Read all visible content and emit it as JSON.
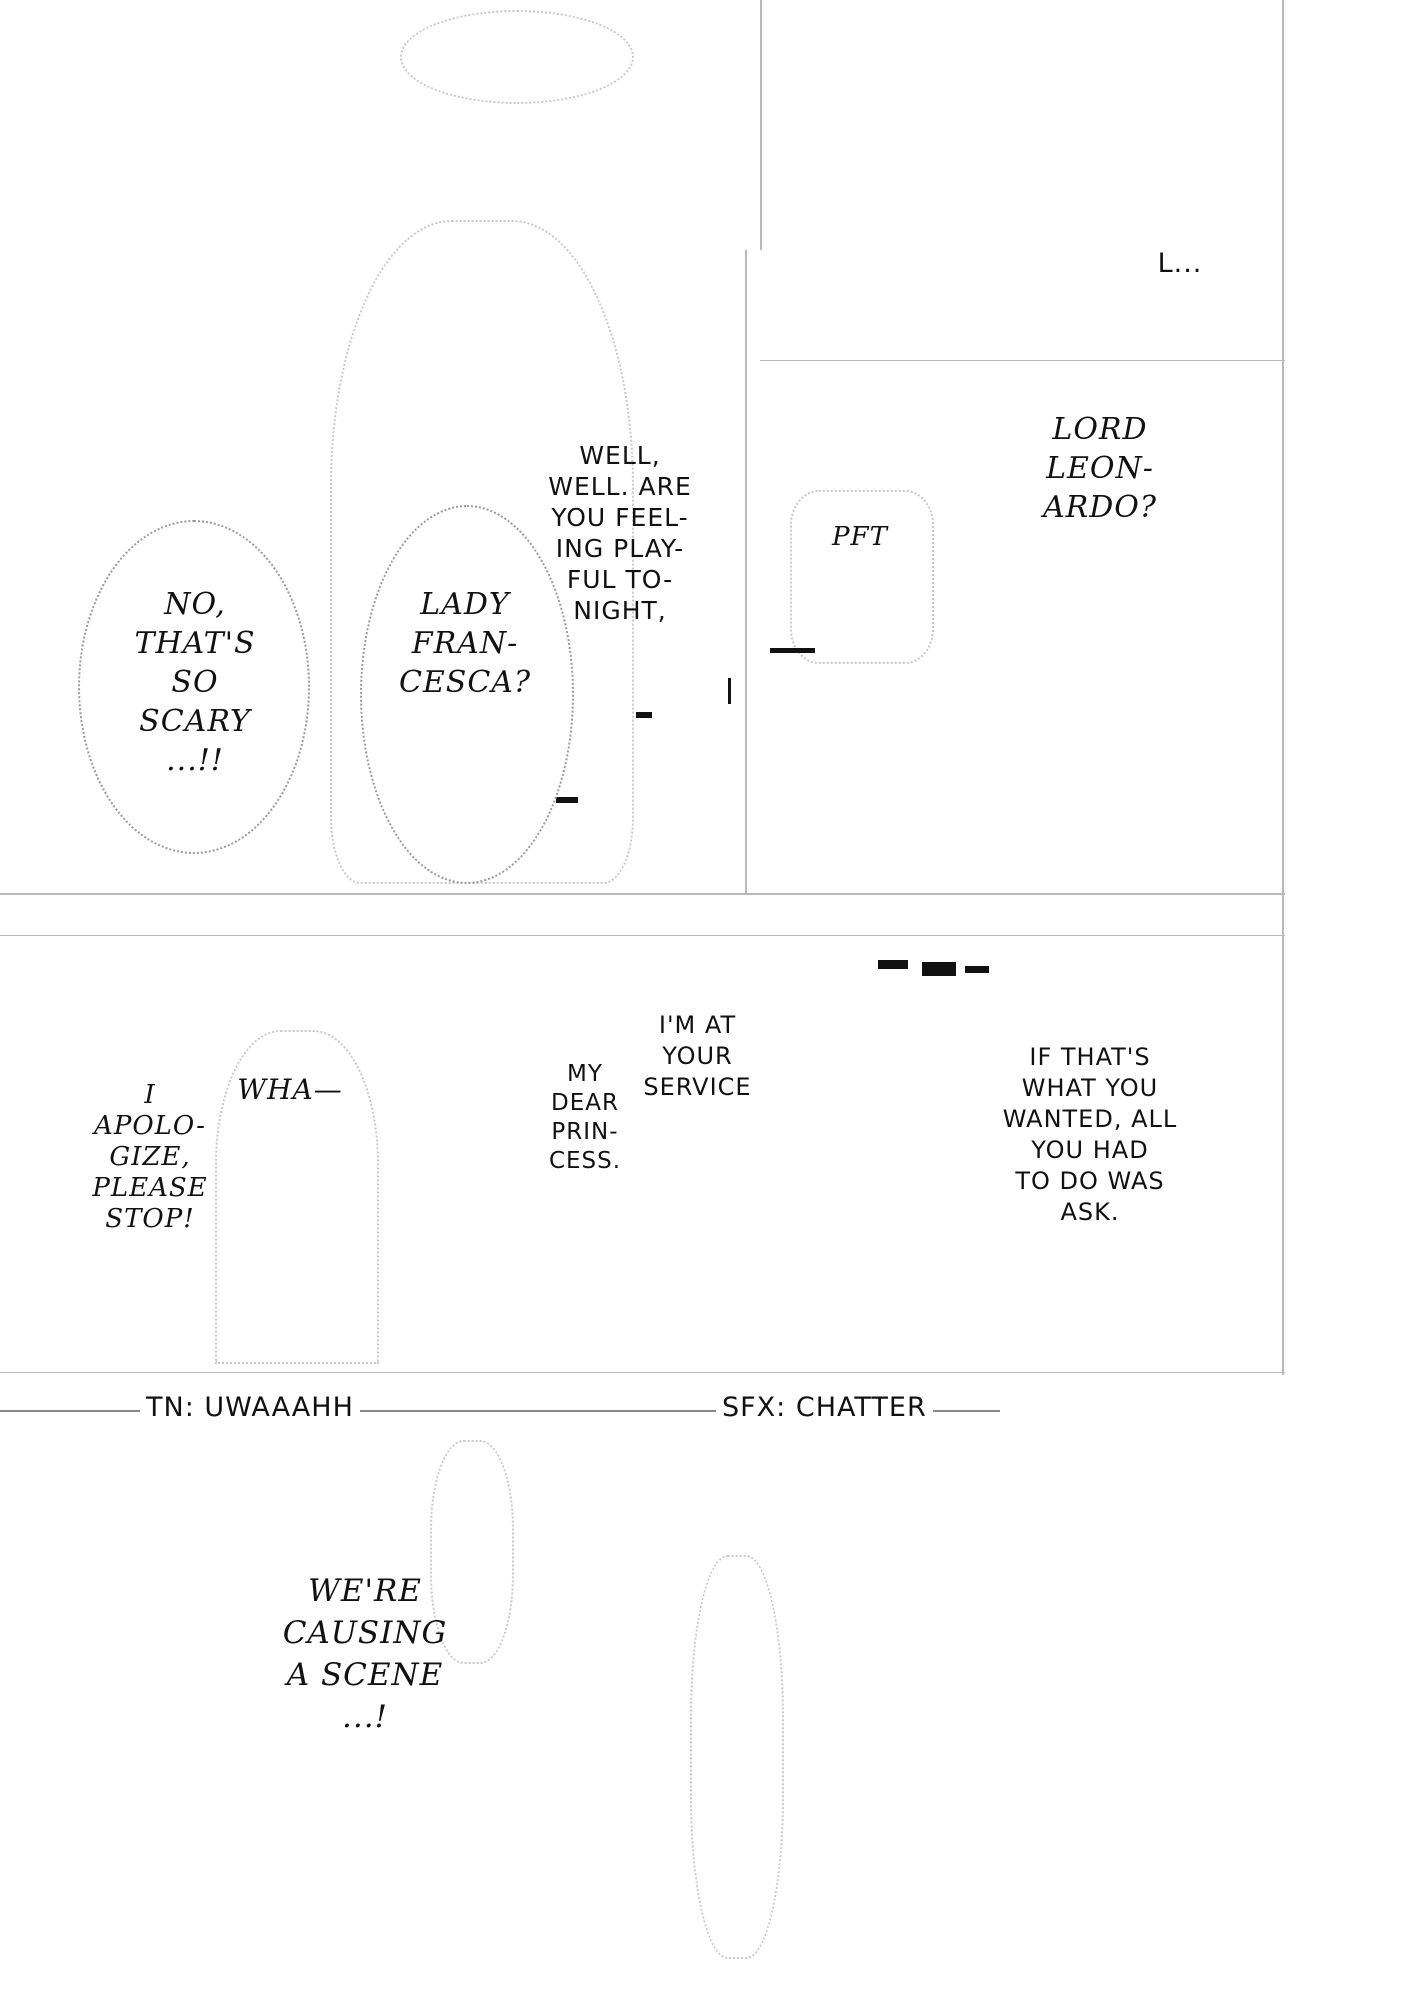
{
  "panel1": {
    "bubble_no": "NO,\nTHAT'S\nSO\nSCARY\n...!!",
    "bubble_lady": "LADY\nFRAN-\nCESCA?",
    "bubble_well": "WELL,\nWELL. ARE\nYOU FEEL-\nING PLAY-\nFUL TO-\nNIGHT,"
  },
  "panel2": {
    "text_l": "L...",
    "text_lord": "LORD\nLEON-\nARDO?",
    "sfx_pft": "PFT"
  },
  "panel3": {
    "text_apologize": "I\nAPOLO-\nGIZE,\nPLEASE\nSTOP!",
    "text_wha": "WHA—",
    "text_dear": "MY\nDEAR\nPRIN-\nCESS.",
    "text_service": "I'M AT\nYOUR\nSERVICE",
    "text_ask": "IF THAT'S\nWHAT YOU\nWANTED, ALL\nYOU HAD\nTO DO WAS\nASK."
  },
  "notes": {
    "tn": "TN: UWAAAHH",
    "sfx": "SFX: CHATTER"
  },
  "panel4": {
    "text_scene": "WE'RE\nCAUSING\nA SCENE\n...!"
  }
}
